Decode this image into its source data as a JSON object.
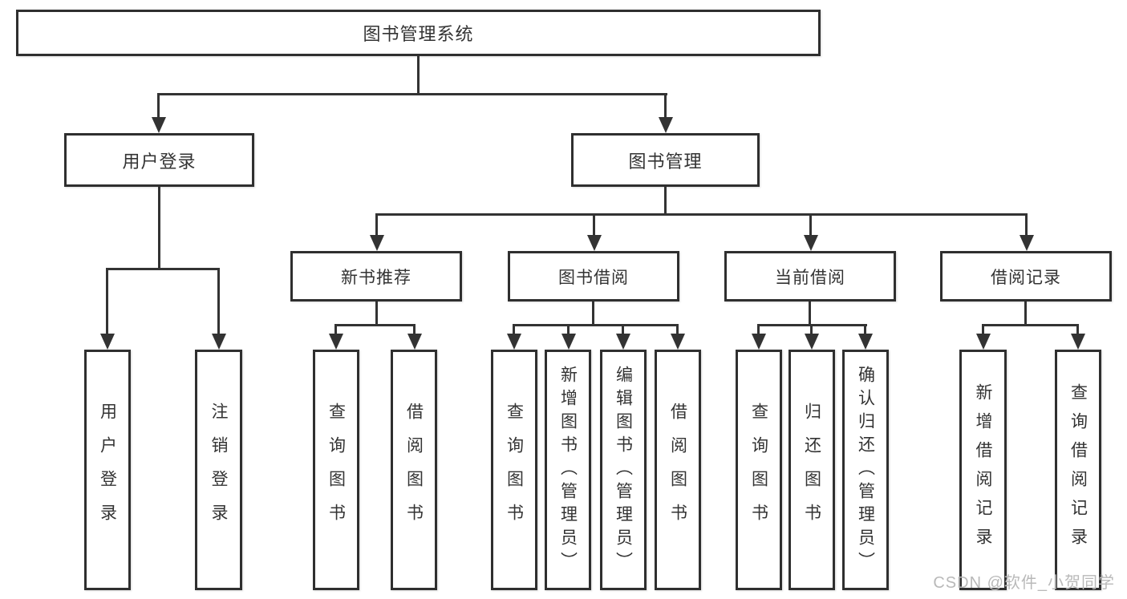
{
  "page": {
    "background_color": "#ffffff",
    "line_color": "#333333",
    "box_border_color": "#2f2f2f",
    "text_color": "#333333",
    "watermark": "CSDN @软件_小贺同学",
    "watermark_color": "#b9b9b9"
  },
  "diagram": {
    "type": "tree",
    "root": {
      "label": "图书管理系统",
      "children": [
        {
          "label": "用户登录",
          "children": [
            {
              "label": "用户登录"
            },
            {
              "label": "注销登录"
            }
          ]
        },
        {
          "label": "图书管理",
          "children": [
            {
              "label": "新书推荐",
              "children": [
                {
                  "label": "查询图书"
                },
                {
                  "label": "借阅图书"
                }
              ]
            },
            {
              "label": "图书借阅",
              "children": [
                {
                  "label": "查询图书"
                },
                {
                  "label": "新增图书（管理员）"
                },
                {
                  "label": "编辑图书（管理员）"
                },
                {
                  "label": "借阅图书"
                }
              ]
            },
            {
              "label": "当前借阅",
              "children": [
                {
                  "label": "查询图书"
                },
                {
                  "label": "归还图书"
                },
                {
                  "label": "确认归还（管理员）"
                }
              ]
            },
            {
              "label": "借阅记录",
              "children": [
                {
                  "label": "新增借阅记录"
                },
                {
                  "label": "查询借阅记录"
                }
              ]
            }
          ]
        }
      ]
    }
  }
}
